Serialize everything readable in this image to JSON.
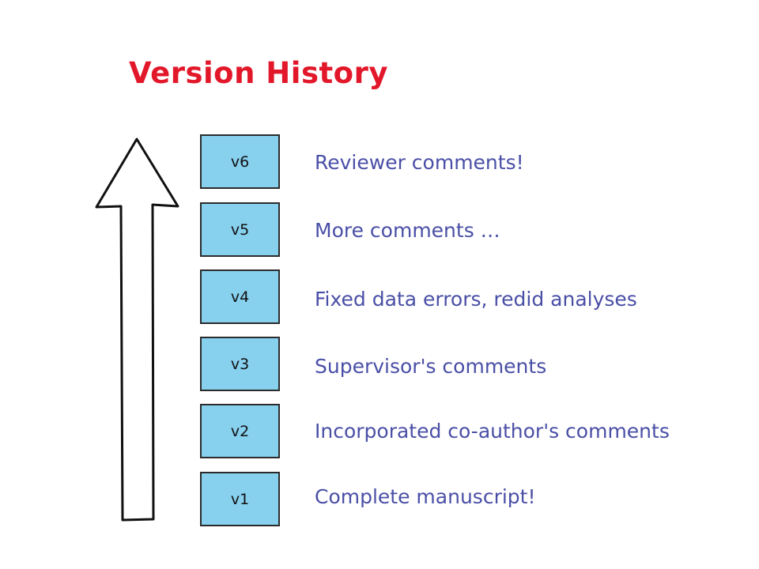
{
  "title": "Version History",
  "versions": [
    {
      "label": "v6",
      "description": "Reviewer comments!"
    },
    {
      "label": "v5",
      "description": "More comments …"
    },
    {
      "label": "v4",
      "description": "Fixed data errors, redid analyses"
    },
    {
      "label": "v3",
      "description": "Supervisor's comments"
    },
    {
      "label": "v2",
      "description": "Incorporated co-author's comments"
    },
    {
      "label": "v1",
      "description": "Complete manuscript!"
    }
  ],
  "colors": {
    "title": "#e2182a",
    "box_fill": "#87d0ee",
    "box_border": "#2b2b2b",
    "description": "#4a4fa6"
  }
}
